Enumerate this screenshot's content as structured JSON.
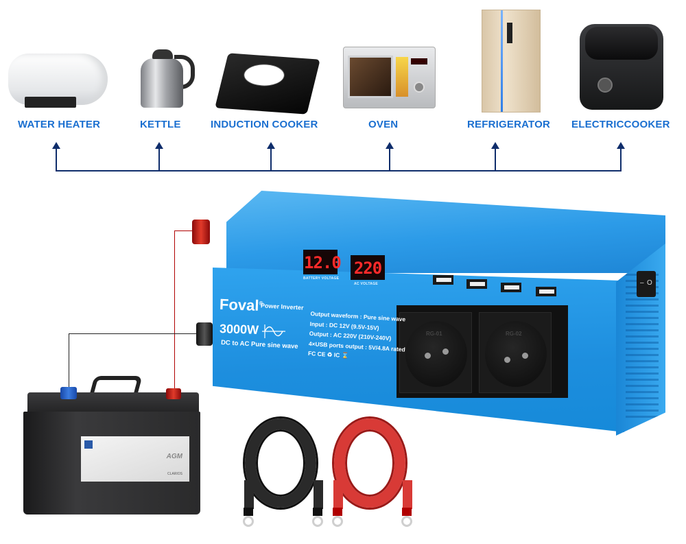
{
  "appliances": [
    {
      "label": "WATER HEATER",
      "icon": "water-heater-icon"
    },
    {
      "label": "KETTLE",
      "icon": "kettle-icon"
    },
    {
      "label": "INDUCTION COOKER",
      "icon": "induction-cooker-icon"
    },
    {
      "label": "OVEN",
      "icon": "microwave-oven-icon"
    },
    {
      "label": "REFRIGERATOR",
      "icon": "refrigerator-icon"
    },
    {
      "label": "ELECTRICCOOKER",
      "icon": "rice-cooker-icon"
    }
  ],
  "colors": {
    "label_blue": "#1a6fd0",
    "connector_navy": "#0f2d6b",
    "inverter_blue": "#2c9be8",
    "led_red": "#ff2a2a",
    "cable_red": "#d83a36",
    "cable_black": "#2a2a2a"
  },
  "inverter": {
    "brand": "Foval",
    "brand_mark": "®",
    "subtitle": "Power Inverter",
    "wattage": "3000W",
    "description": "DC to AC Pure sine wave",
    "displays": [
      {
        "value": "12.0",
        "label": "BATTERY VOLTAGE"
      },
      {
        "value": "220",
        "label": "AC VOLTAGE"
      }
    ],
    "specs": [
      "Output waveform : Pure sine wave",
      "Input : DC 12V (9.5V-15V)",
      "Output : AC 220V (210V-240V)",
      "4×USB ports output : 5V/4.8A rated",
      "FC CE ♻ IC ⌛"
    ],
    "usb_port_count": 4,
    "sockets": [
      {
        "tag": "RG-01"
      },
      {
        "tag": "RG-02"
      }
    ],
    "switch": {
      "off": "–",
      "on": "O"
    }
  },
  "battery": {
    "badge": "AGM",
    "maker": "CLARIOS"
  },
  "cables": [
    {
      "color": "black",
      "name": "negative-cable"
    },
    {
      "color": "red",
      "name": "positive-cable"
    }
  ]
}
